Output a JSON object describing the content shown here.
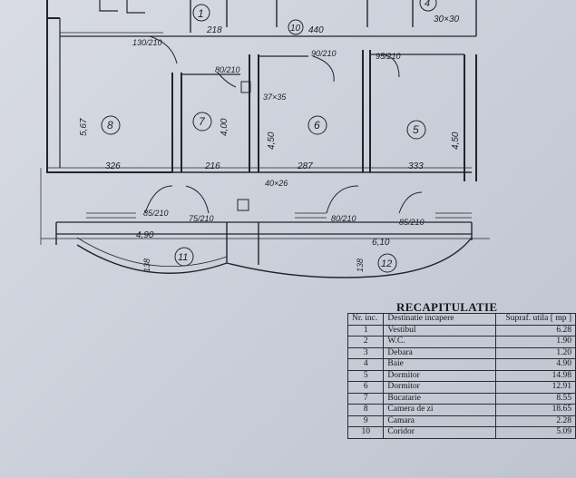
{
  "plan": {
    "room_numbers": [
      "1",
      "10",
      "4",
      "8",
      "7",
      "6",
      "5",
      "11",
      "12"
    ],
    "dimensions": [
      "218",
      "440",
      "30×30",
      "130/210",
      "90/210",
      "80/210",
      "95/210",
      "5,67",
      "4,00",
      "4,50",
      "4,50",
      "37×35",
      "326",
      "216",
      "287",
      "333",
      "40×26",
      "85/210",
      "75/210",
      "80/210",
      "85/210",
      "4,90",
      "6,10",
      "138",
      "138"
    ]
  },
  "recap": {
    "title": "RECAPITULATIE",
    "headers": {
      "nr": "Nr. inc.",
      "dest": "Destinatie incapere",
      "supr": "Supraf. utila [ mp ]"
    },
    "rows": [
      {
        "nr": "1",
        "name": "Vestibul",
        "area": "6.28"
      },
      {
        "nr": "2",
        "name": "W.C.",
        "area": "1.90"
      },
      {
        "nr": "3",
        "name": "Debara",
        "area": "1.20"
      },
      {
        "nr": "4",
        "name": "Baie",
        "area": "4.90"
      },
      {
        "nr": "5",
        "name": "Dormitor",
        "area": "14.98"
      },
      {
        "nr": "6",
        "name": "Dormitor",
        "area": "12.91"
      },
      {
        "nr": "7",
        "name": "Bucatarie",
        "area": "8.55"
      },
      {
        "nr": "8",
        "name": "Camera de zi",
        "area": "18.65"
      },
      {
        "nr": "9",
        "name": "Camara",
        "area": "2.28"
      },
      {
        "nr": "10",
        "name": "Coridor",
        "area": "5.09"
      }
    ]
  }
}
